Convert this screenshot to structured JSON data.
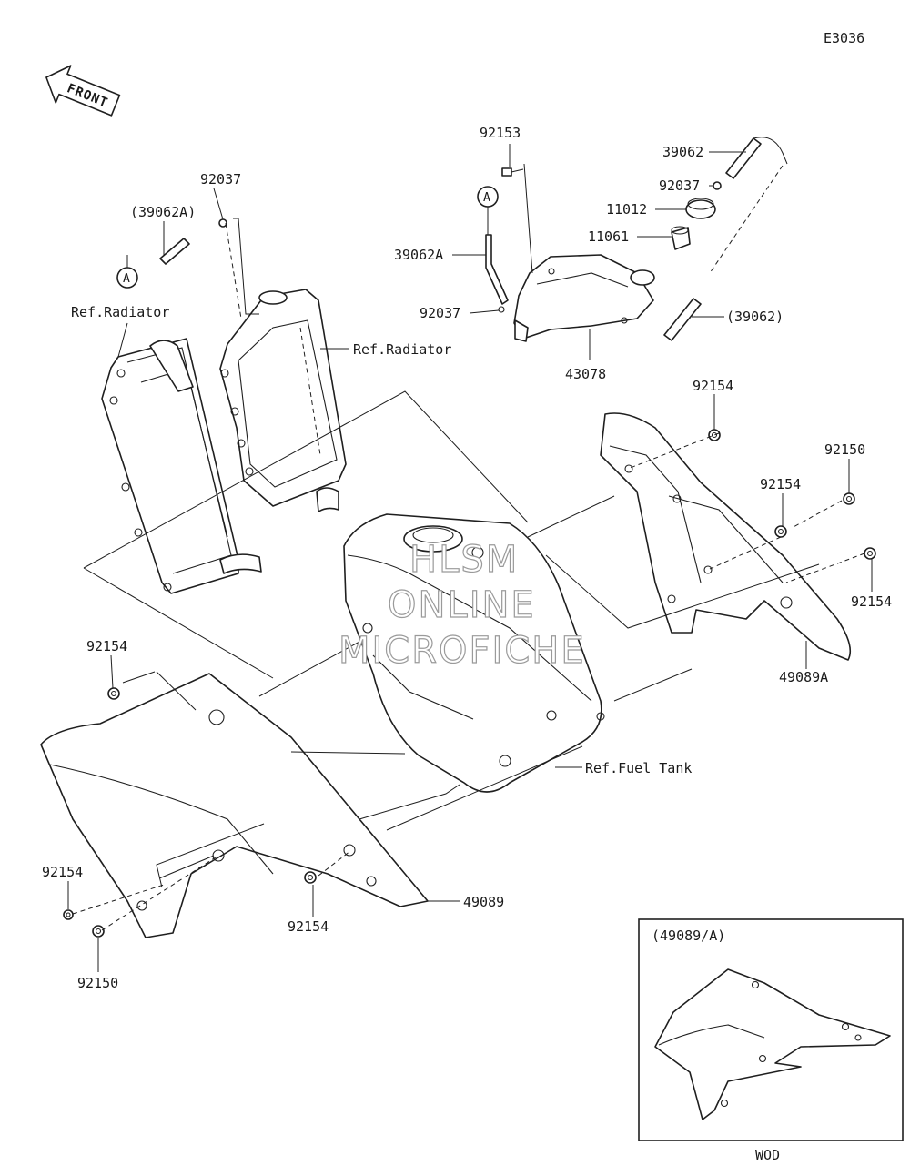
{
  "diagram": {
    "code": "E3036",
    "front_label": "FRONT",
    "callout_a": "A",
    "labels": {
      "p92153": "92153",
      "p39062_top": "39062",
      "p92037_cap": "92037",
      "p11012": "11012",
      "p11061": "11061",
      "p39062a_hose": "39062A",
      "p92037_tank": "92037",
      "p39062_paren": "(39062)",
      "p43078": "43078",
      "p92037_left": "92037",
      "p39062a_paren": "(39062A)",
      "ref_radiator_left": "Ref.Radiator",
      "ref_radiator_right": "Ref.Radiator",
      "p92154_r1": "92154",
      "p92150_r": "92150",
      "p92154_r2": "92154",
      "p92154_r3": "92154",
      "p49089a": "49089A",
      "p92154_l1": "92154",
      "ref_fuel_tank": "Ref.Fuel Tank",
      "p92154_l2": "92154",
      "p92154_l3": "92154",
      "p49089": "49089",
      "p92150_l": "92150"
    },
    "inset": {
      "title": "(49089/A)",
      "caption": "WOD"
    },
    "watermark": [
      "HLSM",
      "ONLINE",
      "MICROFICHE"
    ]
  }
}
